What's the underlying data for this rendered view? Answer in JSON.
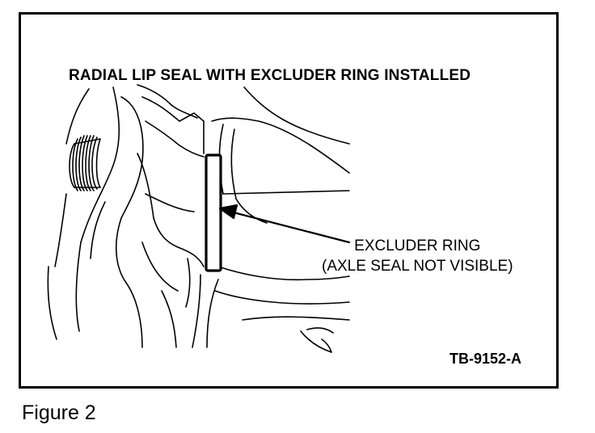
{
  "figure": {
    "title": "RADIAL LIP SEAL WITH EXCLUDER RING INSTALLED",
    "callout_line1": "EXCLUDER RING",
    "callout_line2": "(AXLE SEAL NOT VISIBLE)",
    "reference_code": "TB-9152-A",
    "caption": "Figure 2"
  }
}
